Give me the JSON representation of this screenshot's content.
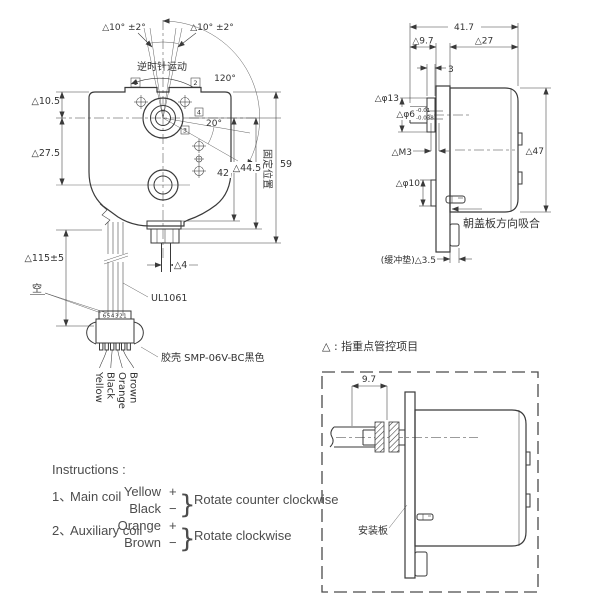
{
  "front_view": {
    "angle_left": "△10° ±2°",
    "angle_right": "△10° ±2°",
    "ccw_label": "逆时针运动",
    "arc_120": "120°",
    "angle_20": "20°",
    "markers": [
      "1",
      "2",
      "4",
      "3"
    ],
    "dims": {
      "d10_5": "△10.5",
      "d27_5": "△27.5",
      "d115": "△115±5",
      "d42": "42",
      "d44_5": "△44.5",
      "d59": "59",
      "d4": "△4"
    },
    "fixed_pos": "固定位置",
    "empty": "空",
    "wire_spec": "UL1061",
    "pin_numbers": "654321",
    "shell": "胶壳 SMP-06V-BC黑色",
    "wires": [
      "Yellow",
      "Black",
      "Orange",
      "Brown"
    ]
  },
  "side_view": {
    "dims": {
      "total": "41.7",
      "d9_7": "△9.7",
      "d27": "△27",
      "d3": "3",
      "phi13": "△φ13",
      "phi6": "△φ6",
      "phi6_tol_top": "-0.01",
      "phi6_tol_bot": "-0.038",
      "m3": "△M3",
      "phi10": "△φ10",
      "d47": "△47",
      "buffer": "(缓冲垫)△3.5"
    },
    "attract": "朝盖板方向吸合"
  },
  "legend": {
    "note": "△ : 指重点管控项目"
  },
  "install_view": {
    "d9_7": "9.7",
    "plate": "安装板"
  },
  "instructions": {
    "title": "Instructions :",
    "rows": [
      {
        "index": "1、",
        "coil": "Main coil",
        "wire_a": "Yellow",
        "sign_a": "+",
        "wire_b": "Black",
        "sign_b": "−",
        "brace": "}",
        "action": "Rotate counter clockwise"
      },
      {
        "index": "2、",
        "coil": "Auxiliary coil",
        "wire_a": "Orange",
        "sign_a": "+",
        "wire_b": "Brown",
        "sign_b": "−",
        "brace": "}",
        "action": "Rotate clockwise"
      }
    ]
  },
  "colors": {
    "line": "#3a3a3a",
    "text": "#333333",
    "background": "#ffffff"
  }
}
